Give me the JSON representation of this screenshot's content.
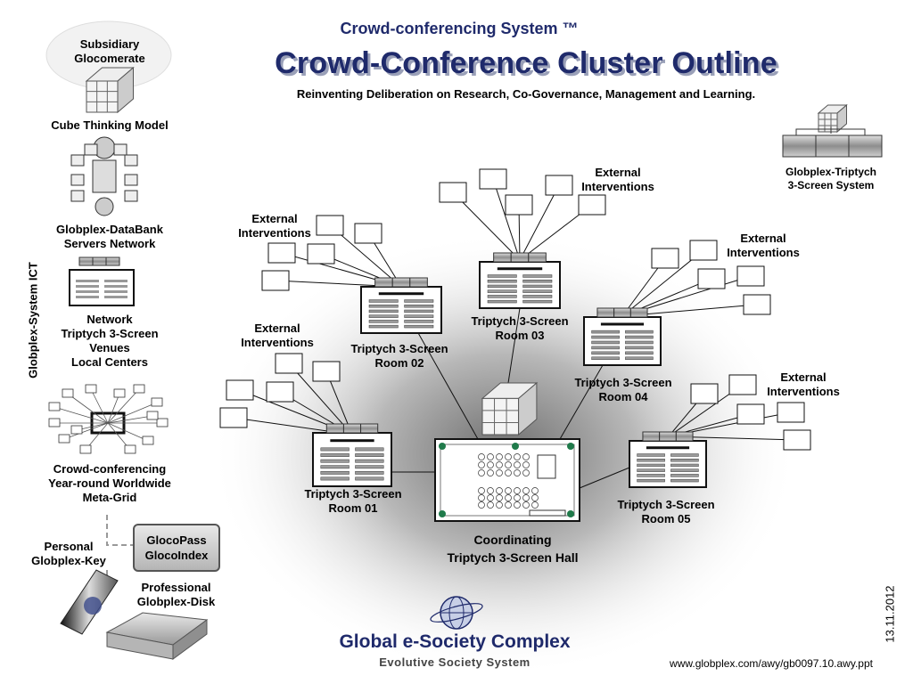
{
  "header": {
    "top_title": "Crowd-conferencing System ™",
    "main_title": "Crowd-Conference Cluster Outline",
    "subtitle": "Reinventing Deliberation on Research, Co-Governance, Management and Learning."
  },
  "sidebar": {
    "subsidiary": "Subsidiary\nGlocomerate",
    "cube_model": "Cube Thinking Model",
    "databank": "Globplex-DataBank\nServers Network",
    "network": "Network\nTriptych 3-Screen\nVenues\nLocal Centers",
    "metagrid": "Crowd-conferencing\nYear-round Worldwide\nMeta-Grid",
    "personal_key": "Personal\nGlobplex-Key",
    "glocopass": "GlocoPass\nGlocoIndex",
    "disk": "Professional\nGlobplex-Disk",
    "vertical": "Globplex-System ICT"
  },
  "legend": {
    "triptych": "Globplex-Triptych\n3-Screen System"
  },
  "rooms": [
    {
      "id": "room01",
      "label": "Triptych 3-Screen\nRoom 01"
    },
    {
      "id": "room02",
      "label": "Triptych 3-Screen\nRoom 02"
    },
    {
      "id": "room03",
      "label": "Triptych 3-Screen\nRoom 03"
    },
    {
      "id": "room04",
      "label": "Triptych 3-Screen\nRoom 04"
    },
    {
      "id": "room05",
      "label": "Triptych 3-Screen\nRoom 05"
    }
  ],
  "hall": {
    "label": "Coordinating\nTriptych 3-Screen Hall"
  },
  "external_label": "External\nInterventions",
  "footer": {
    "brand": "Global e-Society Complex",
    "brand_sub": "Evolutive Society System",
    "url": "www.globplex.com/awy/gb0097.10.awy.ppt",
    "date": "13.11.2012"
  },
  "colors": {
    "brand_navy": "#1f2a6b",
    "room_border": "#111111",
    "screen_gray": "#a8a8a8"
  }
}
